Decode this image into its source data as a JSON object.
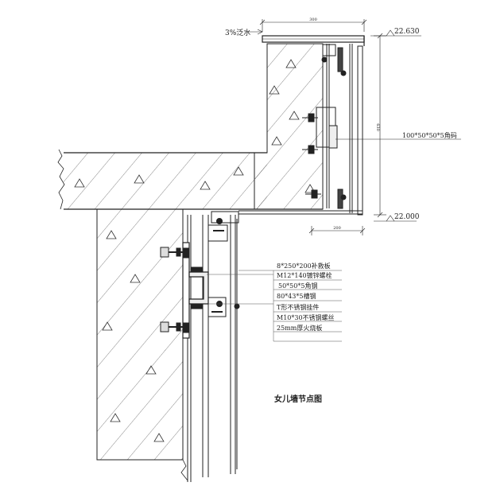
{
  "drawing": {
    "title": "女儿墙节点图",
    "note_slope": "3%泛水",
    "elevation_top": "22.630",
    "elevation_bottom": "22.000",
    "dim_top_width": "300",
    "dim_height": "630",
    "dim_bottom_width": "200",
    "callout_angle_code": "100*50*50*5角码",
    "legend_items": [
      "8*250*200补救板",
      "M12*140镀锌螺栓",
      "50*50*5角钢",
      "80*43*5槽钢",
      "T形不锈钢挂件",
      "M10*30不锈钢螺丝",
      "25mm厚火烧板"
    ]
  }
}
